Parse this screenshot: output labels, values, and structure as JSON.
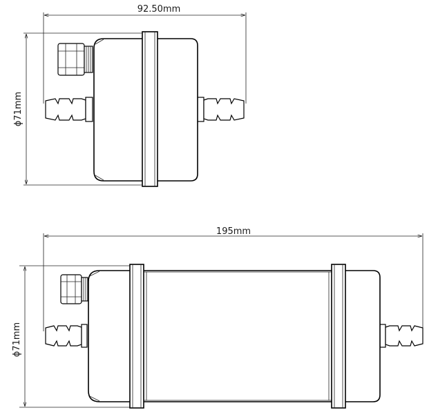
{
  "top_view": {
    "width_label": "92.50mm",
    "diameter_label": "ϕ71mm"
  },
  "bottom_view": {
    "length_label": "195mm",
    "diameter_label": "ϕ71mm"
  }
}
